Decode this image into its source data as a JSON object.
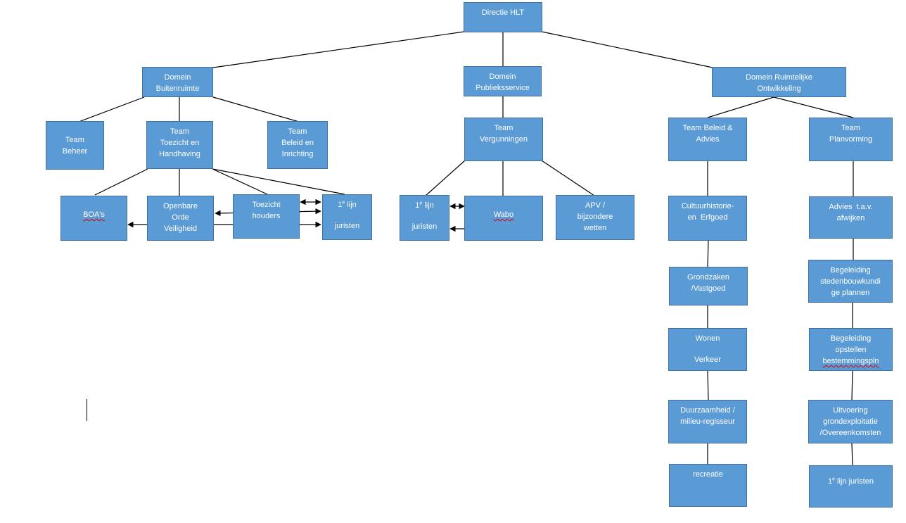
{
  "colors": {
    "box_fill": "#5b9bd5",
    "box_border": "#41719c",
    "text": "#ffffff",
    "line": "#000000"
  },
  "directie": {
    "label": "Directie HLT"
  },
  "domains": {
    "buitenruimte": [
      "Domein",
      "Buitenruimte"
    ],
    "publieksservice": [
      "Domein",
      "Publieksservice"
    ],
    "ruimtelijke": [
      "Domein Ruimtelijke",
      "Ontwikkeling"
    ]
  },
  "teams": {
    "beheer": [
      "Team",
      "Beheer"
    ],
    "toezicht": [
      "Team",
      "Toezicht en",
      "Handhaving"
    ],
    "beleid_inrichting": [
      "Team",
      "Beleid en",
      "Inrichting"
    ],
    "vergunningen": [
      "Team",
      "Vergunningen"
    ],
    "beleid_advies": [
      "Team Beleid &",
      "Advies"
    ],
    "planvorming": [
      "Team",
      "Planvorming"
    ]
  },
  "units": {
    "boas": "BOA's",
    "openbare_orde": [
      "Openbare",
      "Orde",
      "Veiligheid"
    ],
    "toezicht_houders": [
      "Toezicht",
      "houders"
    ],
    "juristen_left": {
      "prefix": "1",
      "sup": "e",
      "rest": " lijn",
      "line2": "juristen"
    },
    "juristen_mid": {
      "prefix": "1",
      "sup": "e",
      "rest": " lijn",
      "line2": "juristen"
    },
    "wabo": "Wabo",
    "apv": [
      "APV /",
      "bijzondere",
      "wetten"
    ]
  },
  "beleid_advies_items": {
    "cultuur": [
      "Cultuurhistorie-",
      "en  Erfgoed"
    ],
    "grondzaken": [
      "Grondzaken",
      "/Vastgoed"
    ],
    "wonen": [
      "Wonen",
      "Verkeer"
    ],
    "duurzaamheid": [
      "Duurzaamheid /",
      "milieu-regisseur"
    ],
    "recreatie": "recreatie"
  },
  "planvorming_items": {
    "advies": [
      "Advies  t.a.v.",
      "afwijken"
    ],
    "begeleiding_sted": [
      "Begeleiding",
      "stedenbouwkundi",
      "ge plannen"
    ],
    "begeleiding_best": [
      "Begeleiding",
      "opstellen",
      "bestemmingspln"
    ],
    "uitvoering": [
      "Uitvoering",
      "grondexploitatie",
      "/Overeenkomsten"
    ],
    "juristen": {
      "prefix": "1",
      "sup": "e",
      "rest": " lijn juristen"
    }
  }
}
